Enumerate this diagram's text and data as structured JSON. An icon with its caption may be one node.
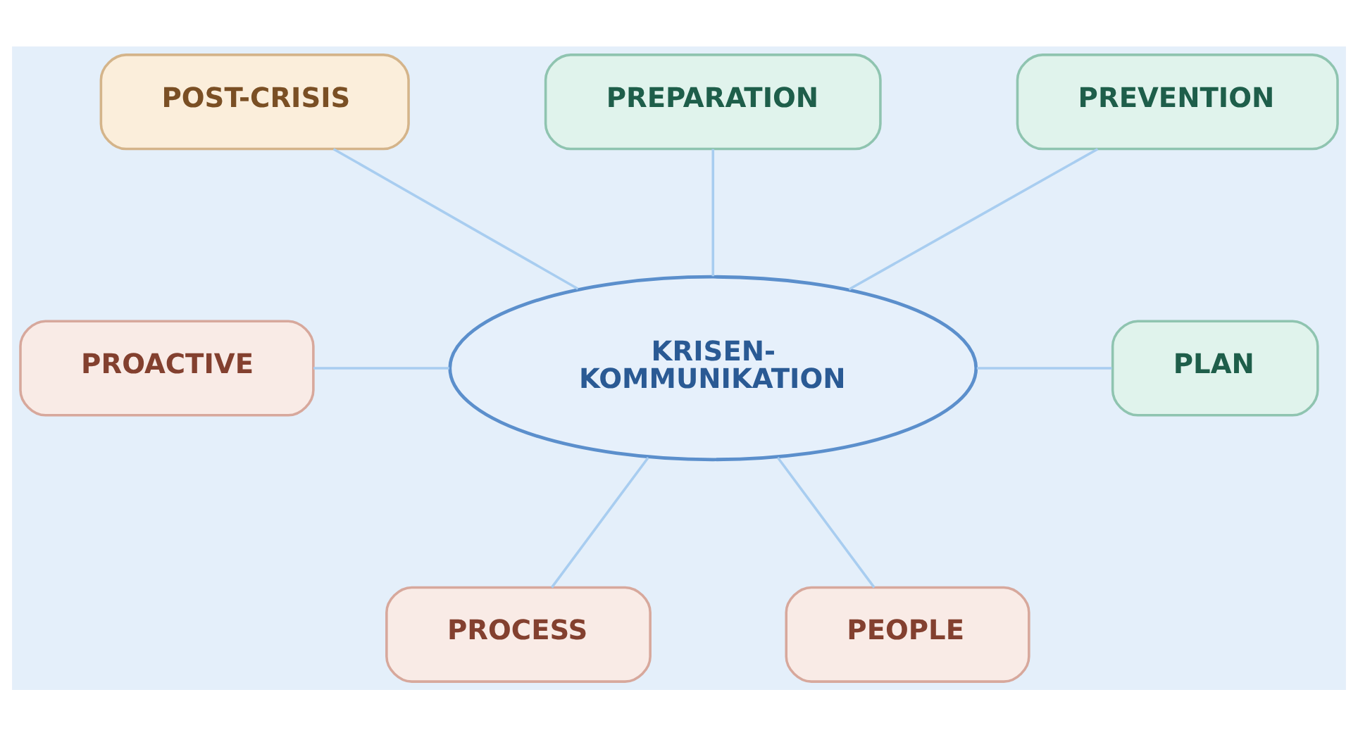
{
  "diagram": {
    "nodes": [
      {
        "text": [
          "PREPARATION"
        ]
      },
      {
        "text": [
          "POST-CRISIS"
        ]
      },
      {
        "text": [
          "PREVENTION"
        ]
      },
      {
        "text": [
          "PROACTIVE"
        ]
      },
      {
        "text": [
          "KRISEN- KOMMUNIKATION"
        ]
      },
      {
        "text": [
          "PLAN"
        ]
      },
      {
        "text": [
          "PROCESS"
        ]
      },
      {
        "text": [
          "PEOPLE"
        ]
      }
    ],
    "edges": [
      {
        "from": 0,
        "to": 4,
        "arrow": "none"
      },
      {
        "from": 1,
        "to": 4,
        "arrow": "none"
      },
      {
        "from": 2,
        "to": 4,
        "arrow": "none"
      },
      {
        "from": 3,
        "to": 4,
        "arrow": "none"
      },
      {
        "from": 4,
        "to": 5,
        "arrow": "none"
      },
      {
        "from": 4,
        "to": 6,
        "arrow": "none"
      },
      {
        "from": 4,
        "to": 7,
        "arrow": "none"
      }
    ]
  }
}
